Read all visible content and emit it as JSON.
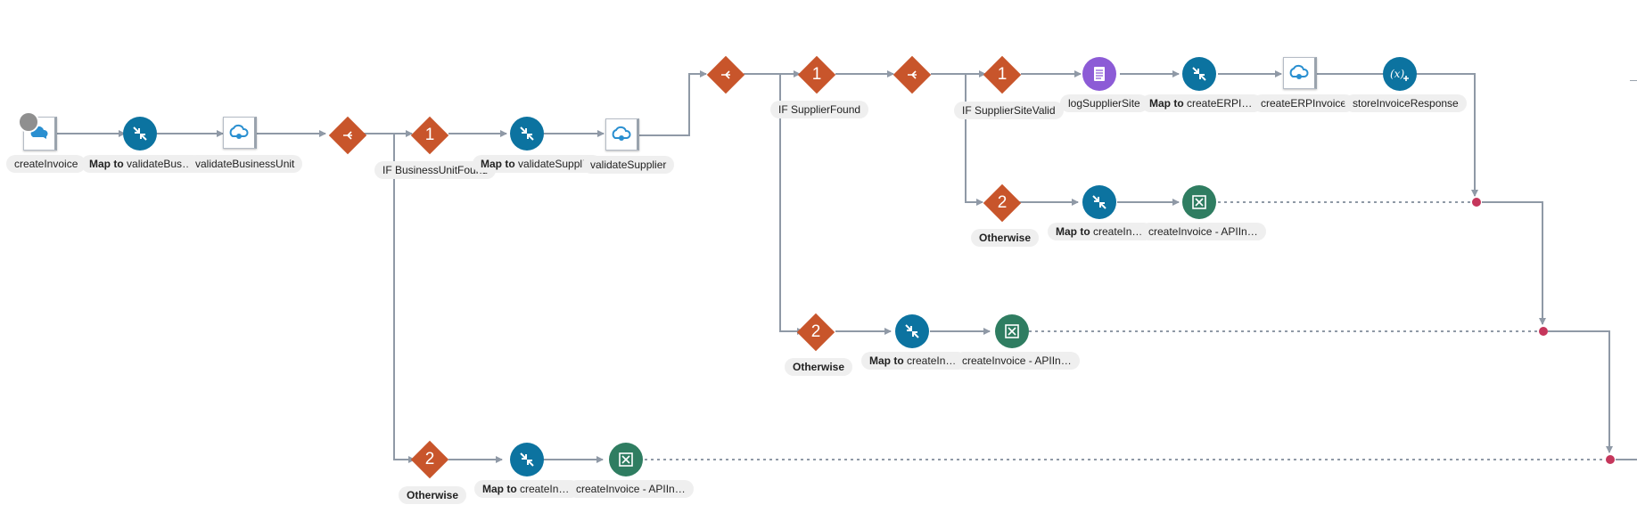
{
  "flow": {
    "trigger": {
      "label": "createInvoice"
    },
    "map_validate_bu": {
      "prefix": "Map to",
      "rest": "validateBusin…"
    },
    "invoke_validate_bu": {
      "label": "validateBusinessUnit"
    },
    "switch1": {
      "if_label": "IF BusinessUnitFound",
      "branch1_number": "1",
      "otherwise_number": "2",
      "otherwise_label": "Otherwise"
    },
    "map_validate_supplier": {
      "prefix": "Map to",
      "rest": "validateSupplier"
    },
    "invoke_validate_supplier": {
      "label": "validateSupplier"
    },
    "switch2": {
      "if_label": "IF SupplierFound",
      "branch1_number": "1",
      "otherwise_number": "2",
      "otherwise_label": "Otherwise"
    },
    "switch3": {
      "if_label": "IF SupplierSiteValid",
      "branch1_number": "1",
      "otherwise_number": "2",
      "otherwise_label": "Otherwise"
    },
    "log_supplier_site": {
      "label": "logSupplierSite"
    },
    "map_create_erp": {
      "prefix": "Map to",
      "rest": "createERPIn…"
    },
    "invoke_create_erp": {
      "label": "createERPInvoice"
    },
    "assign_store": {
      "label": "storeInvoiceResponse"
    },
    "otherwise_site": {
      "map": {
        "prefix": "Map to",
        "rest": "createInvoic"
      },
      "throw": {
        "label": "createInvoice - APIIn…"
      }
    },
    "otherwise_supplier": {
      "map": {
        "prefix": "Map to",
        "rest": "createInvoic"
      },
      "throw": {
        "label": "createInvoice - APIIn…"
      }
    },
    "otherwise_bu": {
      "map": {
        "prefix": "Map to",
        "rest": "createInvoic"
      },
      "throw": {
        "label": "createInvoice - APIIn…"
      }
    }
  },
  "icons": {
    "trigger": "cloud-trigger-icon",
    "map": "mapper-icon",
    "invoke": "cloud-invoke-icon",
    "switch": "switch-icon",
    "throw": "throw-fault-icon",
    "log": "logger-icon",
    "assign": "assign-variable-icon"
  },
  "colors": {
    "map": "#0c73a0",
    "switch": "#c8552b",
    "throw": "#2f7d61",
    "log": "#8c5bd6",
    "merge": "#c5365b",
    "wire": "#8f99a6"
  }
}
